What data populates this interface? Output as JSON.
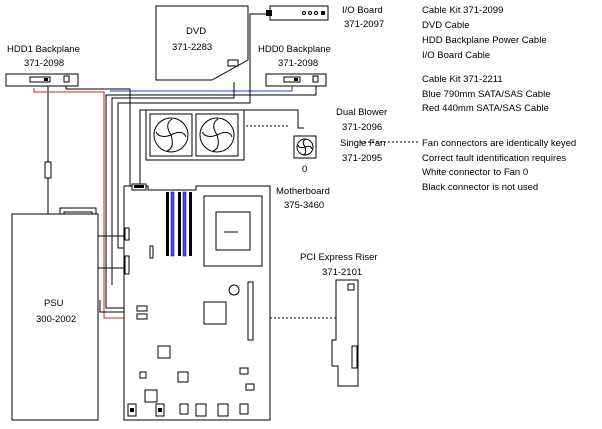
{
  "labels": {
    "hdd1_title": "HDD1 Backplane",
    "hdd1_part": "371-2098",
    "dvd_title": "DVD",
    "dvd_part": "371-2283",
    "ioboard_title": "I/O Board",
    "ioboard_part": "371-2097",
    "hdd0_title": "HDD0 Backplane",
    "hdd0_part": "371-2098",
    "dual_blower_title": "Dual Blower",
    "dual_blower_part": "371-2096",
    "single_fan_title": "Single Fan",
    "single_fan_part": "371-2095",
    "fan_index": "0",
    "motherboard_title": "Motherboard",
    "motherboard_part": "375-3460",
    "psu_title": "PSU",
    "psu_part": "300-2002",
    "pci_title": "PCI Express Riser",
    "pci_part": "371-2101"
  },
  "cable_kits": [
    {
      "title": "Cable Kit 371-2099",
      "items": [
        "DVD Cable",
        "HDD Backplane Power Cable",
        "I/O Board Cable"
      ]
    },
    {
      "title": "Cable Kit 371-2211",
      "items": [
        "Blue 790mm SATA/SAS Cable",
        "Red 440mm SATA/SAS Cable"
      ]
    }
  ],
  "fan_notes": [
    "Fan connectors are identically keyed",
    "Correct fault identification requires",
    "White connector to Fan 0",
    "Black connector is not used"
  ],
  "colors": {
    "red_cable": "#d62020",
    "blue_cable": "#2a3fd8",
    "dimm_blue": "#3a52ff"
  }
}
